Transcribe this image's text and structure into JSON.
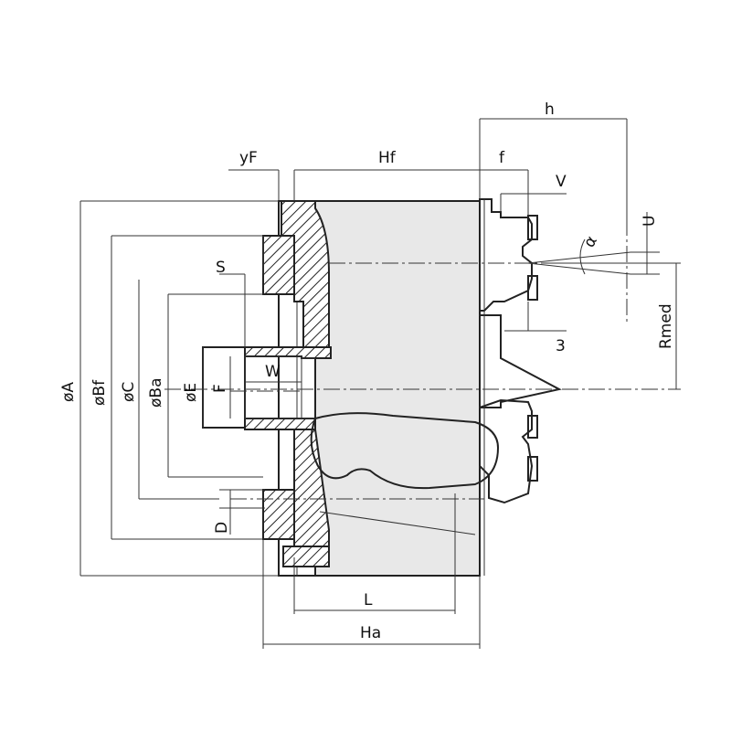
{
  "drawing": {
    "labels": {
      "h": "h",
      "yF": "yF",
      "Hf": "Hf",
      "f": "f",
      "V": "V",
      "U": "U",
      "alpha": "α",
      "S": "S",
      "W": "W",
      "F": "F",
      "phiA": "øA",
      "phiBf": "øBf",
      "phiC": "øC",
      "phiBa": "øBa",
      "phiE": "øE",
      "Rmed": "Rmed",
      "three": "3",
      "D": "D",
      "L": "L",
      "Ha": "Ha"
    }
  }
}
